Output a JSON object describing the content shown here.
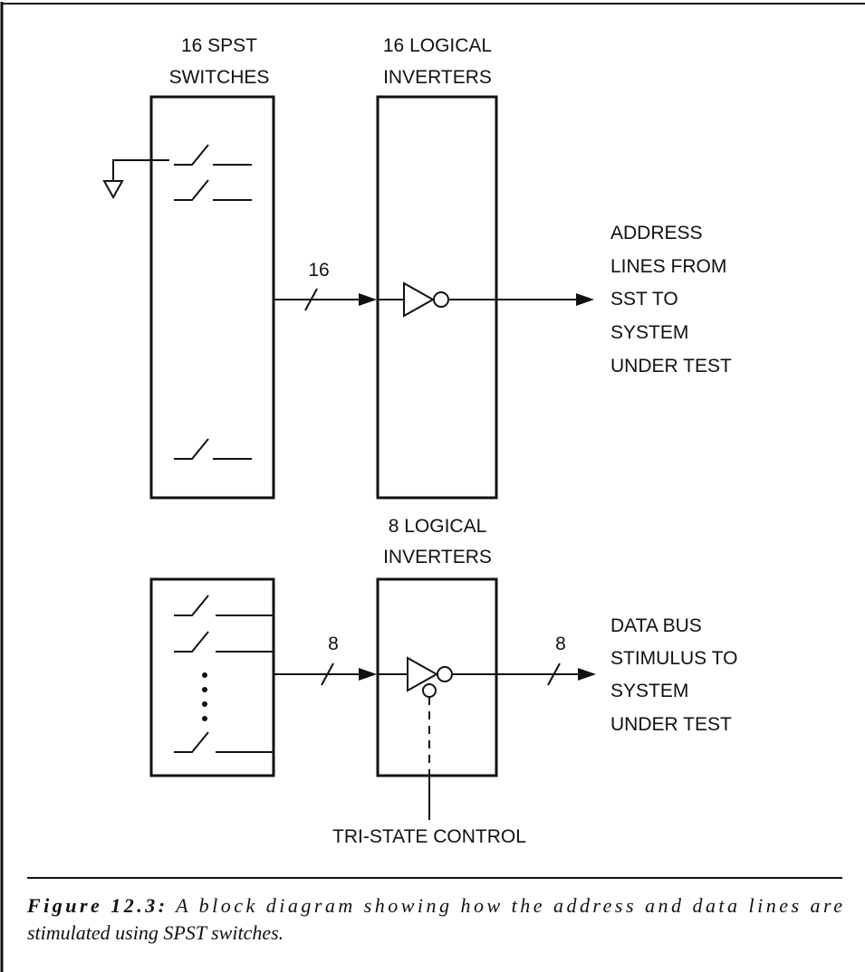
{
  "diagram": {
    "switch_block_top": {
      "title_line1": "16 SPST",
      "title_line2": "SWITCHES"
    },
    "inverter_block_top": {
      "title_line1": "16 LOGICAL",
      "title_line2": "INVERTERS"
    },
    "inverter_block_bottom": {
      "title_line1": "8 LOGICAL",
      "title_line2": "INVERTERS"
    },
    "bus_width_top": "16",
    "bus_width_bottom_in": "8",
    "bus_width_bottom_out": "8",
    "output_top": [
      "ADDRESS",
      "LINES FROM",
      "SST TO",
      "SYSTEM",
      "UNDER TEST"
    ],
    "output_bottom": [
      "DATA BUS",
      "STIMULUS TO",
      "SYSTEM",
      "UNDER TEST"
    ],
    "tristate_label": "TRI-STATE CONTROL"
  },
  "caption": {
    "label": "Figure 12.3:",
    "text": "A block diagram showing how the address and data lines are",
    "text_line2": "stimulated using SPST switches."
  }
}
